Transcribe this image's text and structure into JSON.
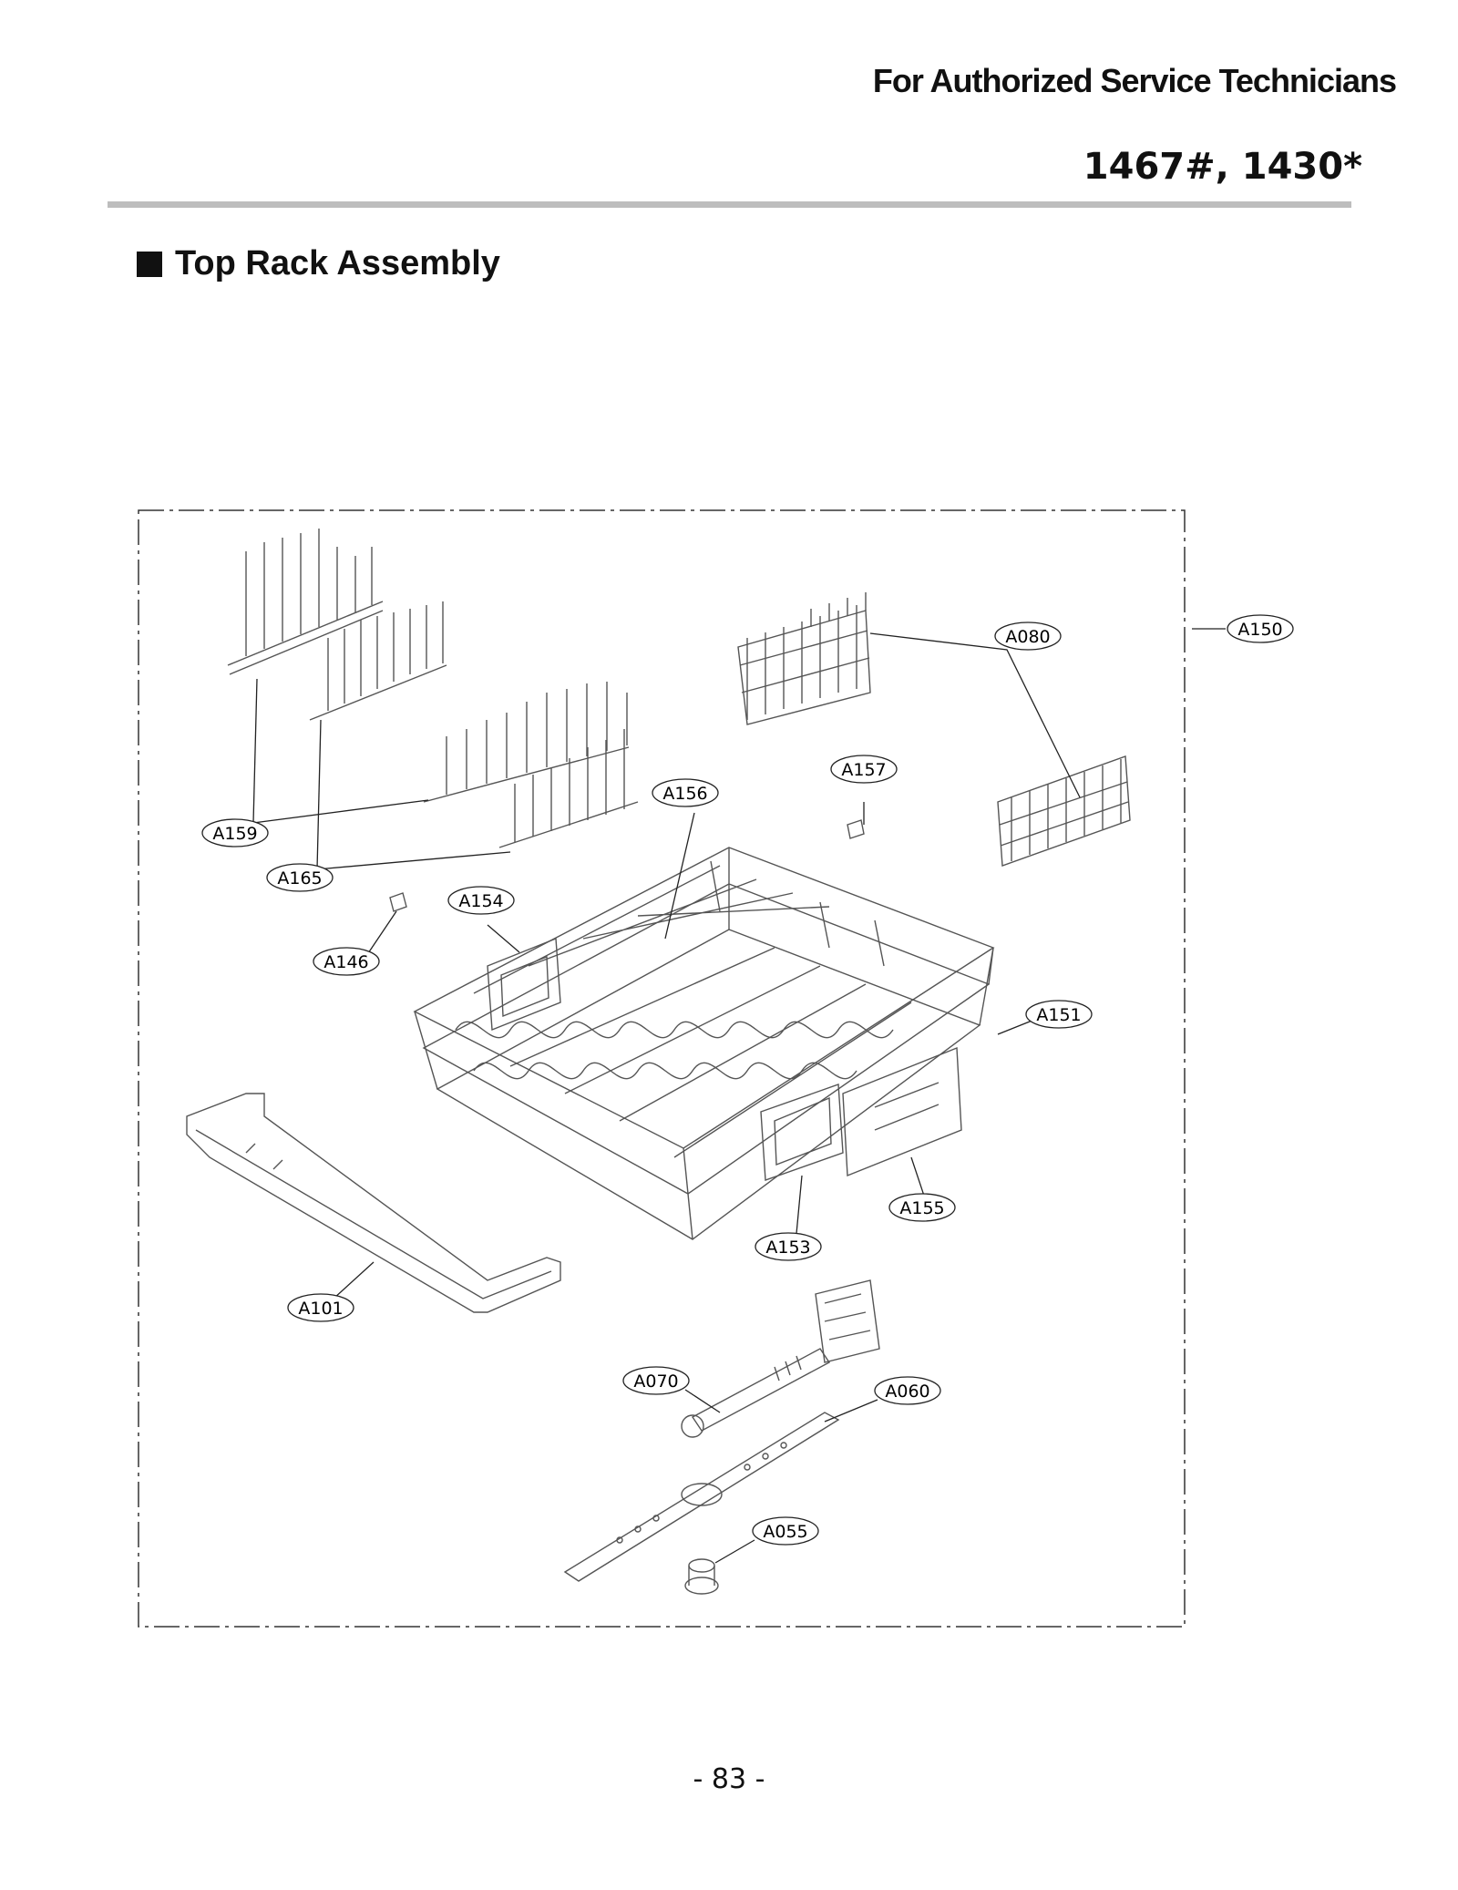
{
  "header": {
    "audience": "For Authorized Service Technicians",
    "model": "1467#, 1430*"
  },
  "section": {
    "title": "Top Rack Assembly"
  },
  "callouts": [
    {
      "id": "A150",
      "label": "A150"
    },
    {
      "id": "A080",
      "label": "A080"
    },
    {
      "id": "A157",
      "label": "A157"
    },
    {
      "id": "A156",
      "label": "A156"
    },
    {
      "id": "A159",
      "label": "A159"
    },
    {
      "id": "A165",
      "label": "A165"
    },
    {
      "id": "A154",
      "label": "A154"
    },
    {
      "id": "A146",
      "label": "A146"
    },
    {
      "id": "A151",
      "label": "A151"
    },
    {
      "id": "A155",
      "label": "A155"
    },
    {
      "id": "A153",
      "label": "A153"
    },
    {
      "id": "A101",
      "label": "A101"
    },
    {
      "id": "A070",
      "label": "A070"
    },
    {
      "id": "A060",
      "label": "A060"
    },
    {
      "id": "A055",
      "label": "A055"
    }
  ],
  "footer": {
    "page": "- 83 -"
  }
}
